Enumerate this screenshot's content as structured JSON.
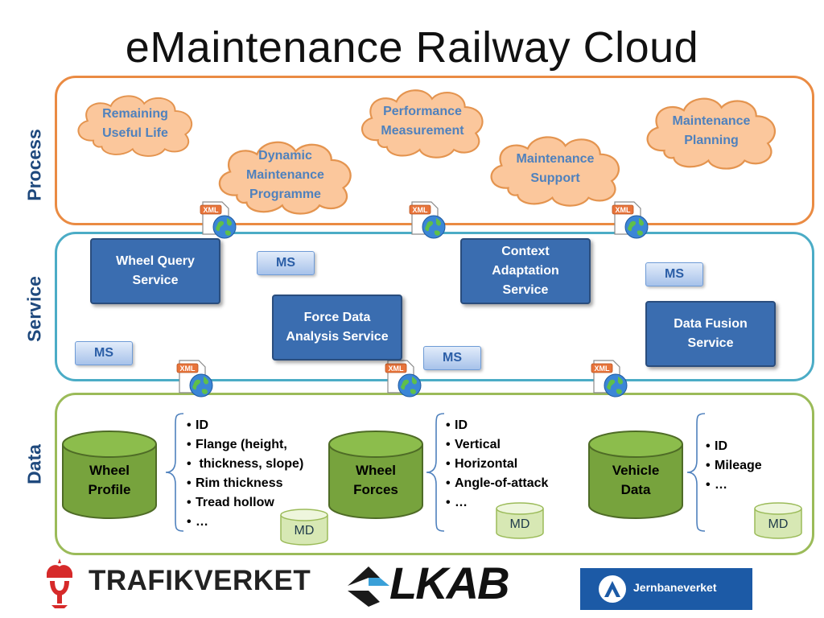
{
  "title": "eMaintenance Railway Cloud",
  "rows": {
    "process": "Process",
    "service": "Service",
    "data": "Data"
  },
  "process_clouds": [
    "Remaining\nUseful Life",
    "Dynamic\nMaintenance\nProgramme",
    "Performance\nMeasurement",
    "Maintenance\nSupport",
    "Maintenance\nPlanning"
  ],
  "services": [
    "Wheel Query\nService",
    "Force Data\nAnalysis Service",
    "Context\nAdaptation\nService",
    "Data Fusion\nService"
  ],
  "ms_label": "MS",
  "xml_label": "XML",
  "data_stores": [
    {
      "name": "Wheel\nProfile",
      "attributes": [
        "ID",
        "Flange (height,",
        " thickness, slope)",
        "Rim thickness",
        "Tread hollow",
        "…"
      ]
    },
    {
      "name": "Wheel\nForces",
      "attributes": [
        "ID",
        "Vertical",
        "Horizontal",
        "Angle-of-attack",
        "…"
      ]
    },
    {
      "name": "Vehicle\nData",
      "attributes": [
        "ID",
        "Mileage",
        "…"
      ]
    }
  ],
  "md_label": "MD",
  "logos": {
    "trafikverket": "TRAFIKVERKET",
    "lkab": "LKAB",
    "jernbaneverket": "Jernbaneverket"
  },
  "colors": {
    "process_border": "#ea8b43",
    "service_border": "#4bacc6",
    "data_border": "#9bbb59",
    "cloud_fill": "#fbc79c",
    "service_box": "#3a6db0",
    "cylinder_fill": "#77a33d",
    "row_label": "#1f497d"
  }
}
